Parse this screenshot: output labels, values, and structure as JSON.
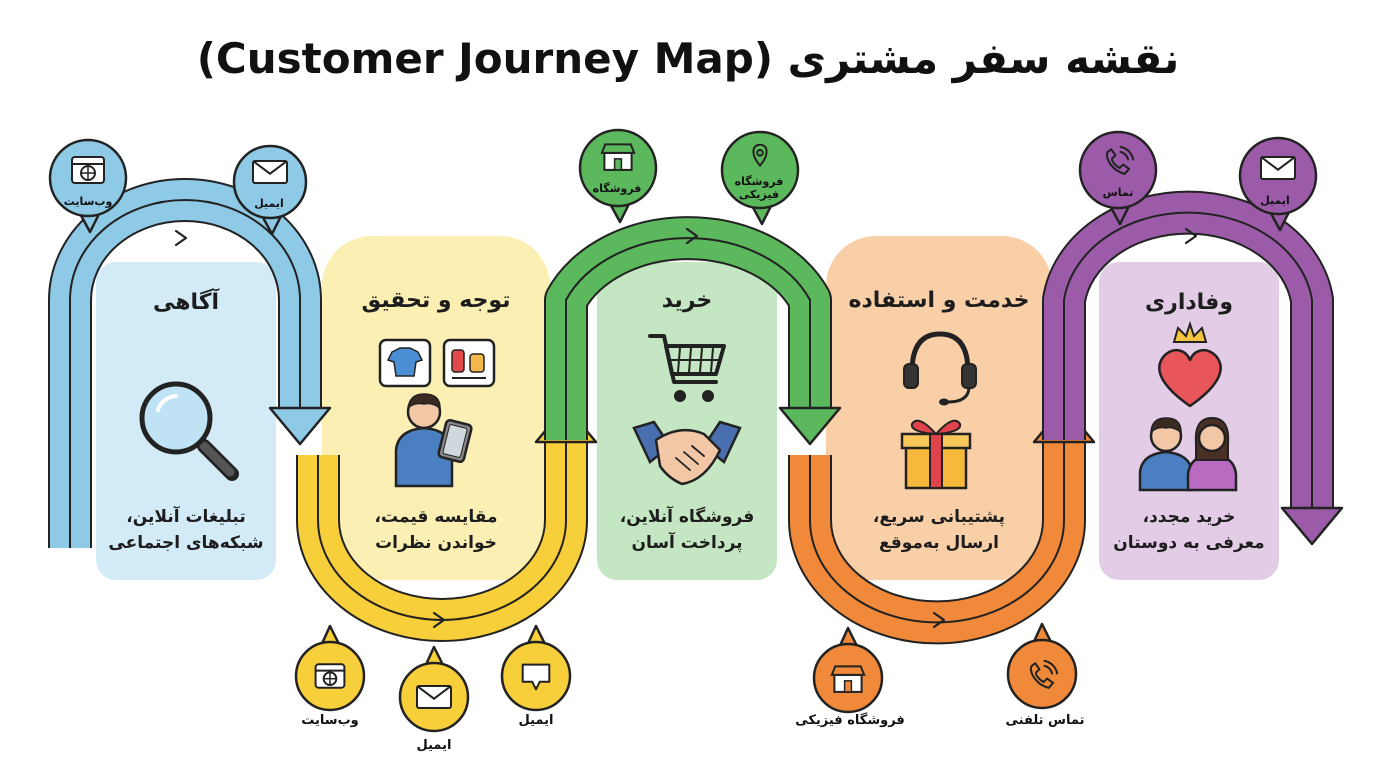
{
  "title": "نقشه سفر مشتری (Customer Journey Map)",
  "colors": {
    "awareness": "#8ec9e6",
    "consideration": "#f7cf3a",
    "purchase": "#5cb85c",
    "service": "#f08a3a",
    "loyalty": "#9b5ba8"
  },
  "stages": [
    {
      "id": "awareness",
      "title": "آگاهی",
      "description": "تبلیغات آنلاین،\nشبکه‌های اجتماعی",
      "icon": "magnifier-icon"
    },
    {
      "id": "consideration",
      "title": "توجه و تحقیق",
      "description": "مقایسه قیمت،\nخواندن نظرات",
      "icon": "person-tablet-icon"
    },
    {
      "id": "purchase",
      "title": "خرید",
      "description": "فروشگاه آنلاین،\nپرداخت آسان",
      "icon": "cart-handshake-icon"
    },
    {
      "id": "service",
      "title": "خدمت و استفاده",
      "description": "پشتیبانی سریع،\nارسال به‌موقع",
      "icon": "headset-gift-icon"
    },
    {
      "id": "loyalty",
      "title": "وفاداری",
      "description": "خرید مجدد،\nمعرفی به دوستان",
      "icon": "heart-couple-icon"
    }
  ],
  "touchpoints": {
    "awareness": [
      "وب‌سایت",
      "ایمیل"
    ],
    "consideration": [
      "وب‌سایت",
      "ایمیل",
      "ایمیل"
    ],
    "purchase": [
      "فروشگاه",
      "فروشگاه\nفیزیکی"
    ],
    "service": [
      "فروشگاه فیزیکی",
      "تماس تلفنی"
    ],
    "loyalty": [
      "تماس",
      "ایمیل"
    ]
  }
}
